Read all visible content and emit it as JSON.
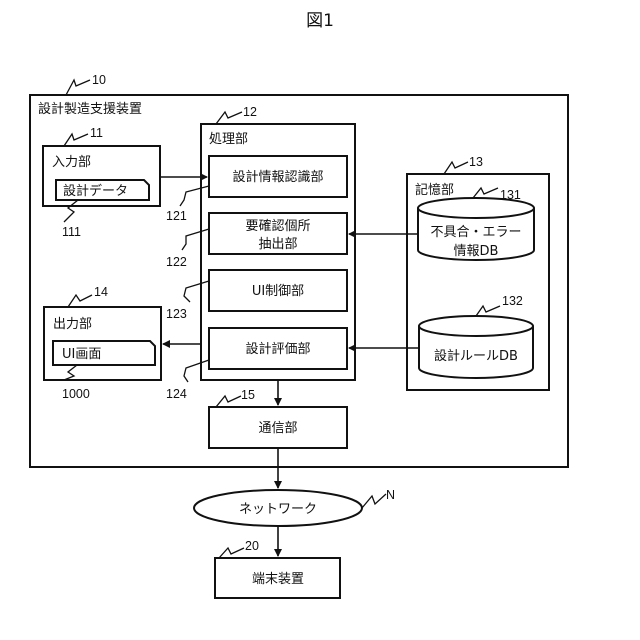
{
  "figure": {
    "title": "図1"
  },
  "device": {
    "label": "設計製造支援装置",
    "ref": "10"
  },
  "input_unit": {
    "label": "入力部",
    "ref": "11",
    "design_data": {
      "label": "設計データ",
      "ref": "111"
    }
  },
  "processing_unit": {
    "label": "処理部",
    "ref": "12",
    "modules": [
      {
        "lines": [
          "設計情報認識部"
        ],
        "ref": "121"
      },
      {
        "lines": [
          "要確認個所",
          "抽出部"
        ],
        "ref": "122"
      },
      {
        "lines": [
          "UI制御部"
        ],
        "ref": "123"
      },
      {
        "lines": [
          "設計評価部"
        ],
        "ref": "124"
      }
    ]
  },
  "storage_unit": {
    "label": "記憶部",
    "ref": "13",
    "databases": [
      {
        "lines": [
          "不具合・エラー",
          "情報DB"
        ],
        "ref": "131"
      },
      {
        "lines": [
          "設計ルールDB"
        ],
        "ref": "132"
      }
    ]
  },
  "output_unit": {
    "label": "出力部",
    "ref": "14",
    "ui_screen": {
      "label": "UI画面",
      "ref": "1000"
    }
  },
  "communication_unit": {
    "label": "通信部",
    "ref": "15"
  },
  "network": {
    "label": "ネットワーク",
    "ref": "N"
  },
  "terminal": {
    "label": "端末装置",
    "ref": "20"
  }
}
